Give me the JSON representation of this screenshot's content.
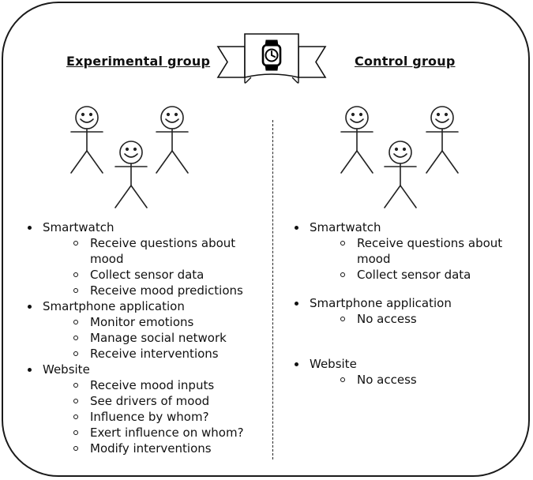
{
  "header": {
    "left_heading": "Experimental group",
    "right_heading": "Control group",
    "center_icon": "smartwatch-icon"
  },
  "experimental": {
    "items": [
      {
        "label": "Smartwatch",
        "subitems": [
          "Receive questions about mood",
          "Collect sensor data",
          "Receive mood predictions"
        ]
      },
      {
        "label": "Smartphone application",
        "subitems": [
          "Monitor emotions",
          "Manage social network",
          "Receive interventions"
        ]
      },
      {
        "label": "Website",
        "subitems": [
          "Receive mood inputs",
          "See drivers of mood",
          "Influence by whom?",
          "Exert influence on whom?",
          "Modify interventions"
        ]
      }
    ]
  },
  "control": {
    "items": [
      {
        "label": "Smartwatch",
        "subitems": [
          "Receive questions about mood",
          "Collect sensor data"
        ]
      },
      {
        "label": "Smartphone application",
        "subitems": [
          "No access"
        ]
      },
      {
        "label": "Website",
        "subitems": [
          "No access"
        ]
      }
    ]
  }
}
